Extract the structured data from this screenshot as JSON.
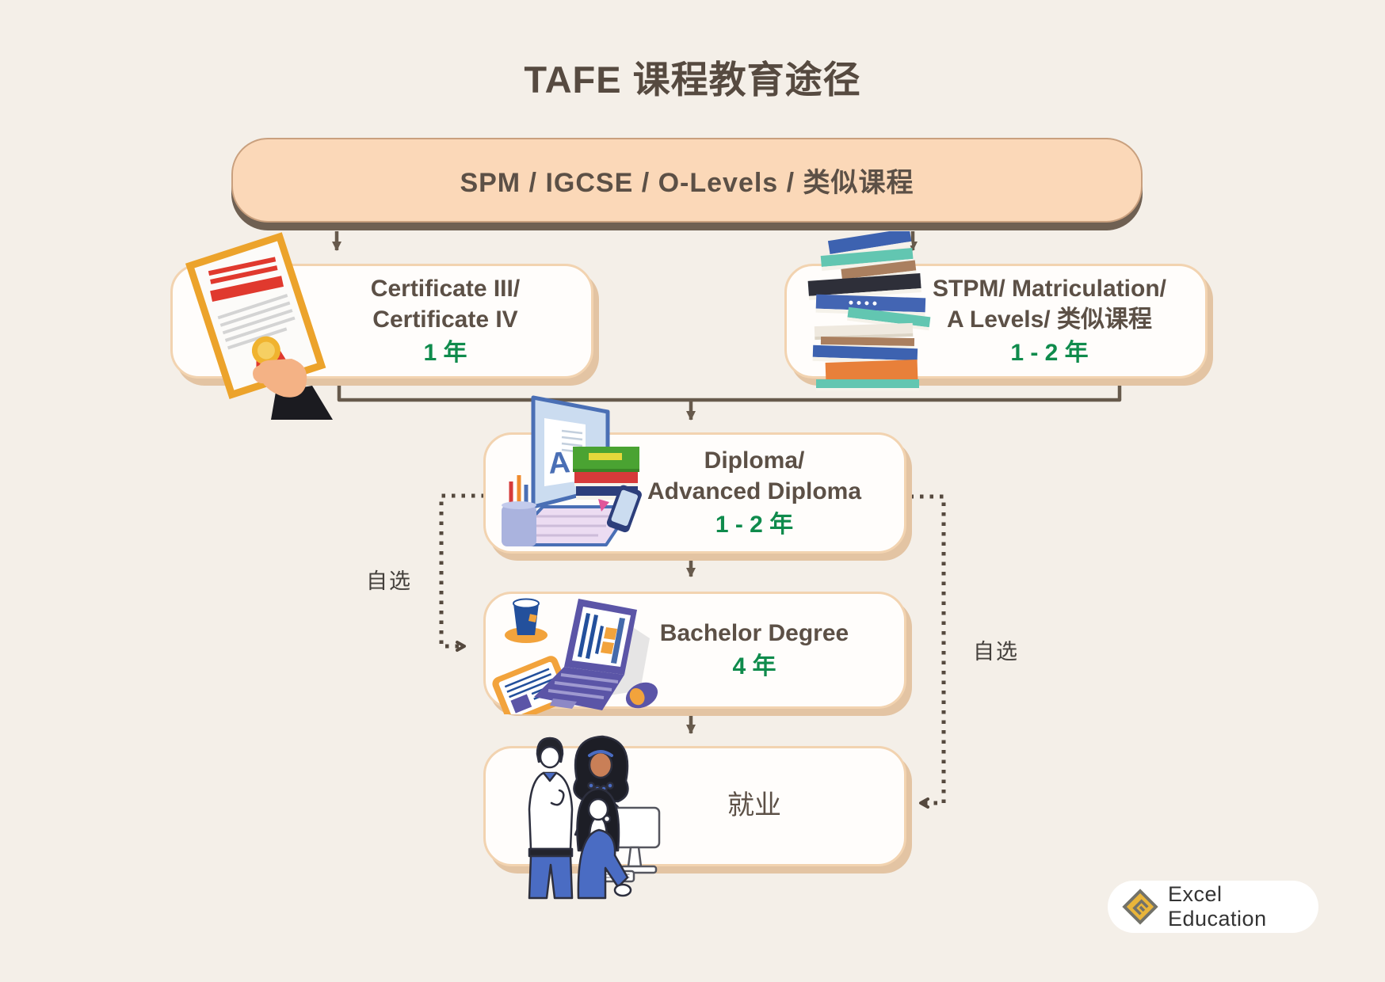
{
  "title": "TAFE 课程教育途径",
  "root": {
    "label": "SPM / IGCSE / O-Levels / 类似课程"
  },
  "nodes": {
    "certificate": {
      "line1": "Certificate III/",
      "line2": "Certificate IV",
      "duration": "1 年",
      "icon": "certificate-in-hand-icon"
    },
    "stpm": {
      "line1": "STPM/ Matriculation/",
      "line2": "A Levels/ 类似课程",
      "duration": "1 - 2 年",
      "icon": "books-stack-icon"
    },
    "diploma": {
      "line1": "Diploma/",
      "line2": "Advanced Diploma",
      "duration": "1 - 2 年",
      "icon": "desk-study-monitor-books-icon"
    },
    "bachelor": {
      "line1": "Bachelor Degree",
      "duration": "4 年",
      "icon": "laptop-workspace-icon"
    },
    "employment": {
      "line1": "就业",
      "icon": "team-at-computer-icon"
    }
  },
  "connectors": {
    "optional_left": "自选",
    "optional_right": "自选"
  },
  "logo": {
    "text": "Excel Education",
    "icon": "excel-education-diamond-icon"
  },
  "colors": {
    "background": "#f4efe8",
    "root_fill": "#fbd8b8",
    "root_shadow": "#6f6052",
    "node_fill": "#fffdfb",
    "node_border": "#f2d3b0",
    "node_shadow": "#e3c4a3",
    "text_dark": "#5c5046",
    "duration_green": "#0f8b4c",
    "arrow": "#675a4c",
    "dotted_arrow": "#55493e",
    "optional_text": "#44403c",
    "logo_gold": "#e9b53a"
  }
}
